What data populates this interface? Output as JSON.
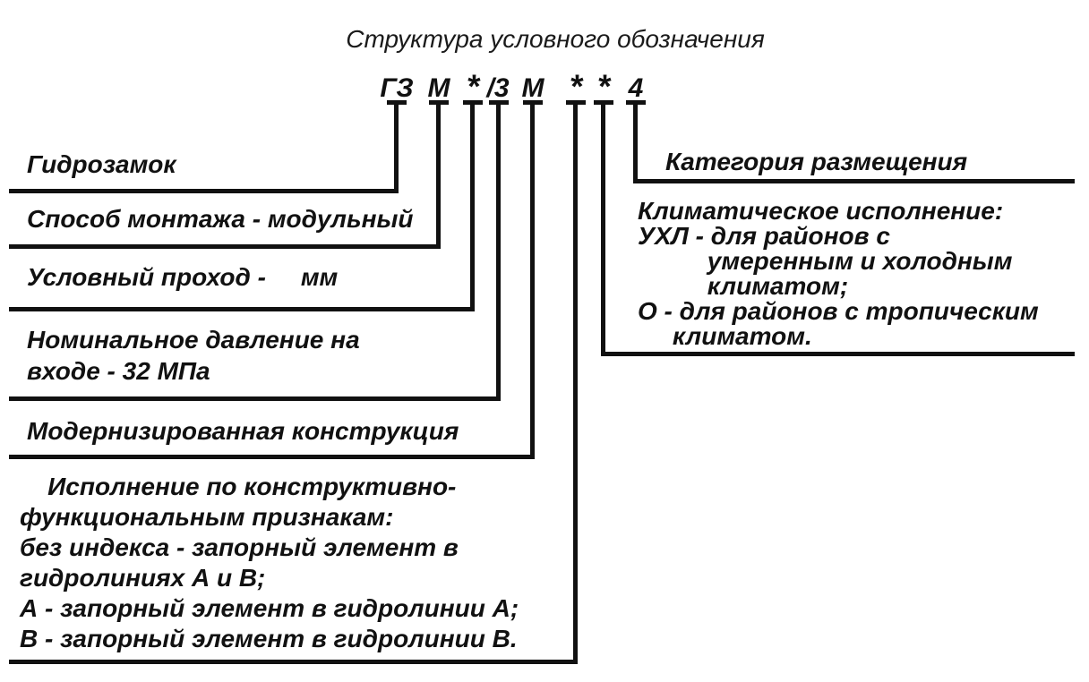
{
  "title": "Структура условного обозначения",
  "code": {
    "tokens": [
      "ГЗ",
      "М",
      "*",
      "/3",
      "М",
      "*",
      "*",
      "4"
    ]
  },
  "labels": {
    "hydrolock": "Гидрозамок",
    "mounting": "Способ монтажа - модульный",
    "bore": "Условный проход -     мм",
    "pressure": "Номинальное давление на\nвходе - 32 МПа",
    "modernized": "Модернизированная конструкция",
    "design_variants": "    Исполнение по конструктивно-\nфункциональным признакам:\nбез индекса - запорный элемент в\nгидролиниях А и В;\nА - запорный элемент в гидролинии А;\nВ - запорный элемент в гидролинии В.",
    "placement_category": "Категория размещения",
    "climatic": "Климатическое исполнение:\nУХЛ - для районов с\n          умеренным и холодным\n          климатом;\nО - для районов с тропическим\n     климатом."
  },
  "colors": {
    "background": "#ffffff",
    "text": "#111111",
    "line": "#111111"
  }
}
